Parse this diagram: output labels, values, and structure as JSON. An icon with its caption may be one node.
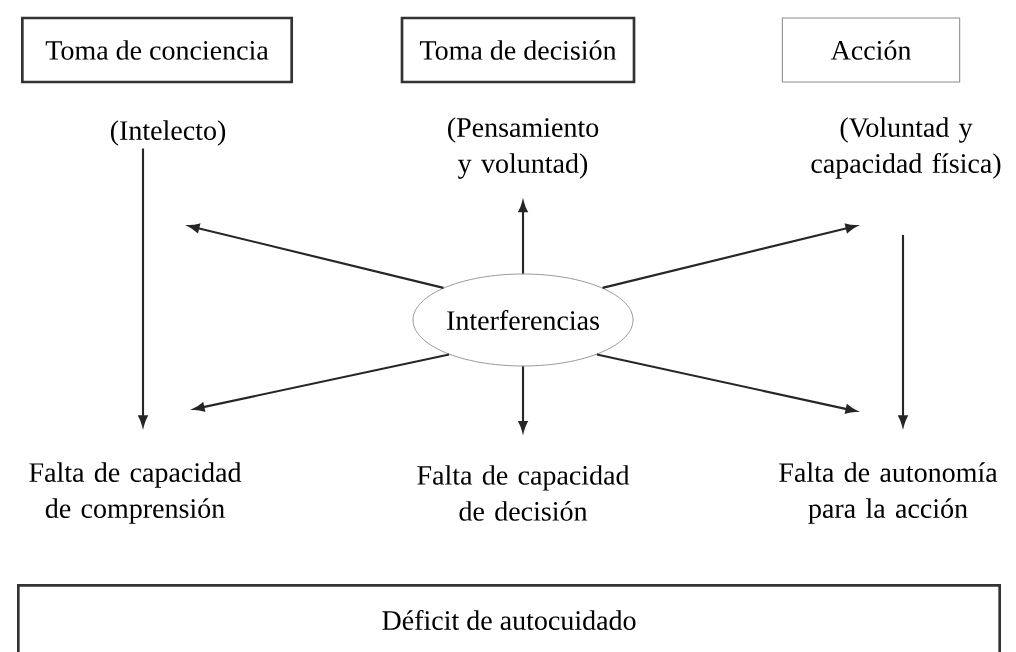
{
  "diagram": {
    "nodes": [
      {
        "text": [
          "Toma de conciencia"
        ]
      },
      {
        "text": [
          "Toma de decisión"
        ]
      },
      {
        "text": [
          "Acción"
        ]
      },
      {
        "text": [
          "(Intelecto)"
        ]
      },
      {
        "text": [
          "(Pensamiento y voluntad)"
        ]
      },
      {
        "text": [
          "(Voluntad y capacidad física)"
        ]
      },
      {
        "text": [
          "Interferencias"
        ]
      },
      {
        "text": [
          "Falta de capacidad de comprensión"
        ]
      },
      {
        "text": [
          "Falta de capacidad de decisión"
        ]
      },
      {
        "text": [
          "Falta de autonomía para la acción"
        ]
      },
      {
        "text": [
          "Déficit de autocuidado"
        ]
      }
    ],
    "edges": [
      {
        "from": 3,
        "to": 7,
        "arrow": "to"
      },
      {
        "from": 5,
        "to": 9,
        "arrow": "to"
      },
      {
        "from": 6,
        "to": null,
        "arrow": "to"
      },
      {
        "from": 6,
        "to": 4,
        "arrow": "to"
      },
      {
        "from": 6,
        "to": null,
        "arrow": "to"
      },
      {
        "from": 6,
        "to": 7,
        "arrow": "to"
      },
      {
        "from": 6,
        "to": 8,
        "arrow": "to"
      },
      {
        "from": 6,
        "to": 9,
        "arrow": "to"
      }
    ]
  }
}
